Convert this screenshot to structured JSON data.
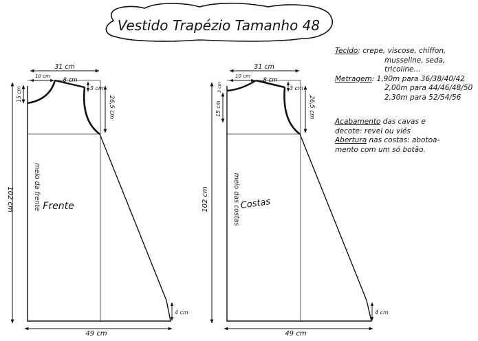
{
  "title": "Vestido Trapézio Tamanho 48",
  "front": {
    "label": "Frente",
    "fold_label": "meio da frente",
    "width_top": "31 cm",
    "neck_width": "10 cm",
    "shoulder": "8 cm",
    "shoulder_drop": "3 cm",
    "neck_depth": "15 cm",
    "armhole_depth": "26,5 cm",
    "length": "102 cm",
    "hem_width": "49 cm",
    "hem_rise": "4 cm"
  },
  "back": {
    "label": "Costas",
    "fold_label": "meio das costas",
    "width_top": "31 cm",
    "neck_width": "10 cm",
    "shoulder": "8 cm",
    "shoulder_drop": "3 cm",
    "neck_drop": "3 cm",
    "neck_depth": "15 cm",
    "armhole_depth": "26,5 cm",
    "length": "102 cm",
    "hem_width": "49 cm",
    "hem_rise": "4 cm"
  },
  "notes": {
    "fabric_label": "Tecido",
    "fabric_text": "crepe, viscose, chiffon,",
    "fabric_text2": "musseline, seda, tricoline...",
    "yardage_label": "Metragem",
    "yardage_rows": [
      "1,90m para 36/38/40/42",
      "2,00m para 44/46/48/50",
      "2,30m para 52/54/56"
    ],
    "finish_label": "Acabamento",
    "finish_text": "das cavas e",
    "finish_text2": "decote: revel ou viés",
    "opening_label": "Abertura",
    "opening_text": "nas costas: abotoa-",
    "opening_text2": "mento com um só botão."
  }
}
